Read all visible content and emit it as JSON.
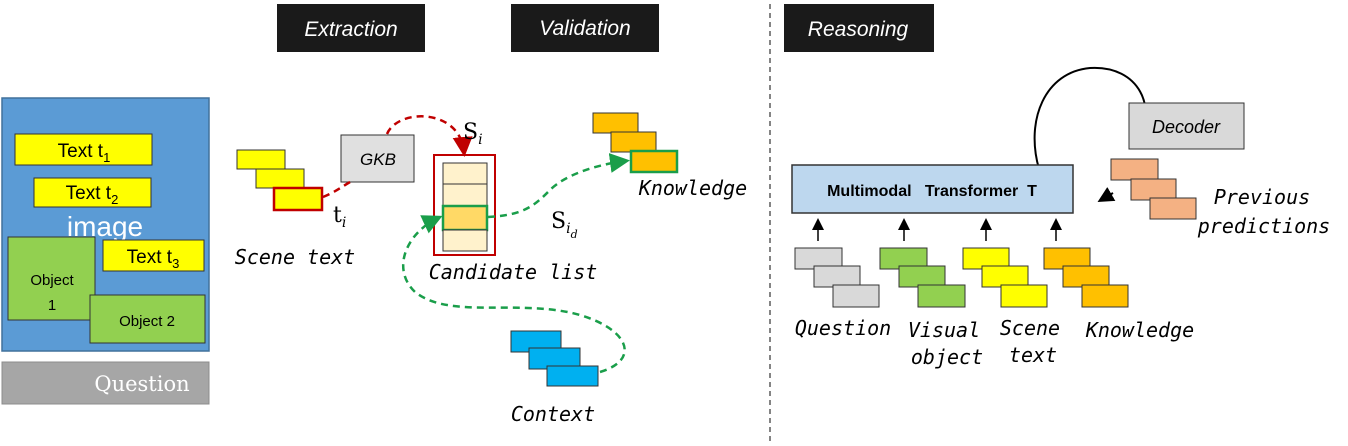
{
  "stages": {
    "extraction": "Extraction",
    "validation": "Validation",
    "reasoning": "Reasoning"
  },
  "image_panel": {
    "label": "image",
    "text1": "Text t",
    "text1_sub": "1",
    "text2": "Text t",
    "text2_sub": "2",
    "text3": "Text t",
    "text3_sub": "3",
    "object1_line1": "Object",
    "object1_line2": "1",
    "object2": "Object 2",
    "question": "Question"
  },
  "extraction": {
    "gkb": "GKB",
    "t_i": "t",
    "t_i_sub": "i",
    "scene_text": "Scene text",
    "s_i": "S",
    "s_i_sub": "i"
  },
  "validation": {
    "candidate_list": "Candidate list",
    "knowledge": "Knowledge",
    "s_id": "S",
    "s_id_sub": "i",
    "s_id_subsub": "d",
    "context": "Context"
  },
  "reasoning": {
    "transformer": "Multimodal   Transformer  T",
    "decoder": "Decoder",
    "previous_line1": "Previous",
    "previous_line2": "predictions",
    "question": "Question",
    "visual_line1": "Visual",
    "visual_line2": "object",
    "scene_line1": "Scene",
    "scene_line2": "text",
    "knowledge": "Knowledge"
  },
  "colors": {
    "header_bg": "#1a1a1a",
    "image_bg": "#5b9bd5",
    "yellow": "#ffff00",
    "object_green": "#92d050",
    "question_grey": "#a6a6a6",
    "gkb_grey": "#e0e0e0",
    "red": "#c00000",
    "green_dash": "#1a9e4a",
    "candidate_fill": "#fff2cc",
    "candidate_highlight": "#ffd966",
    "orange": "#ffc000",
    "blue": "#00b0f0",
    "transformer_blue": "#bdd7ee",
    "peach": "#f4b183",
    "light_grey": "#d9d9d9"
  }
}
